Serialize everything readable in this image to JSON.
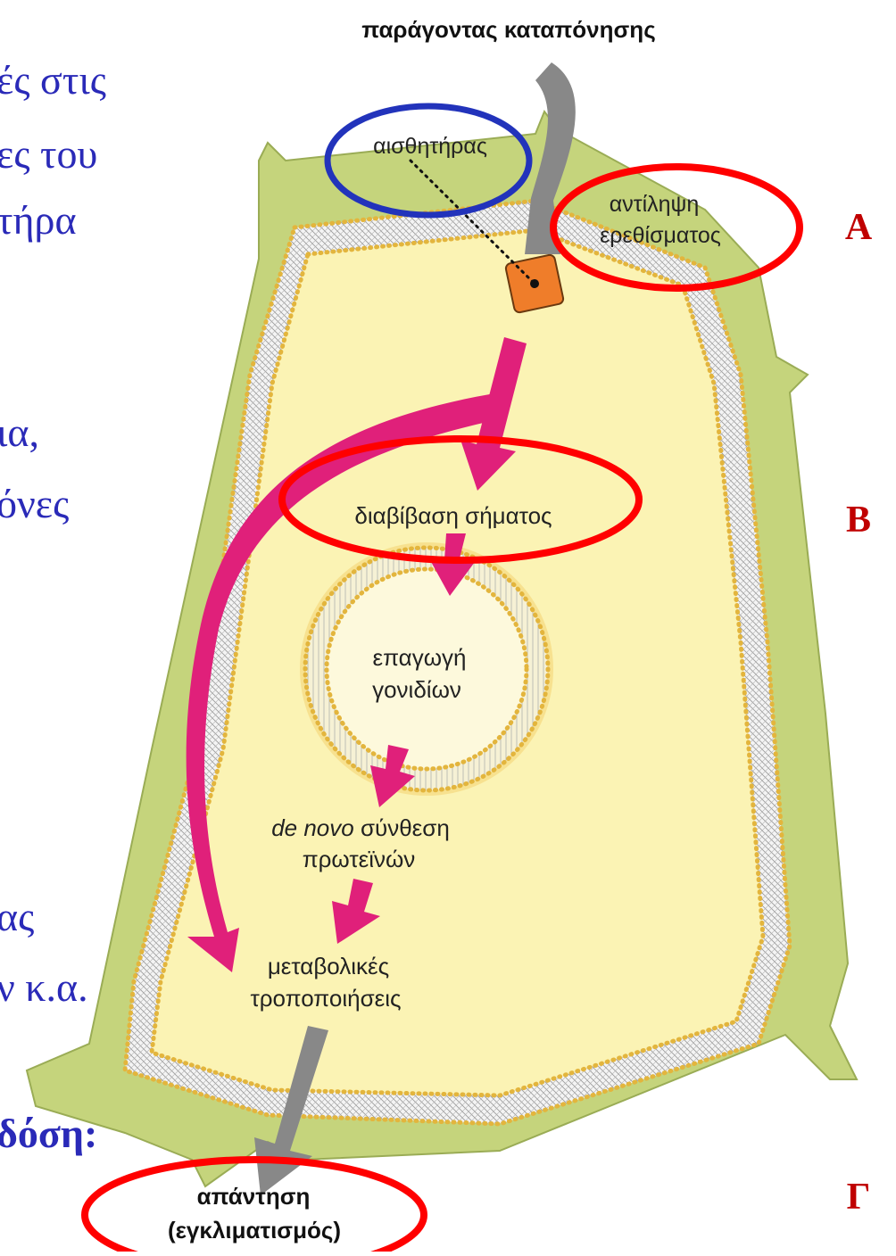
{
  "diagram": {
    "stress_factor": "παράγοντας καταπόνησης",
    "sensor": "αισθητήρας",
    "perception": [
      "αντίληψη",
      "ερεθίσματος"
    ],
    "signal_transduction": "διαβίβαση σήματος",
    "gene_induction": [
      "επαγωγή",
      "γονιδίων"
    ],
    "protein_synthesis_italic": "de novo",
    "protein_synthesis_rest": " σύνθεση",
    "protein_synthesis_line2": "πρωτεϊνών",
    "metabolic": [
      "μεταβολικές",
      "τροποποιήσεις"
    ],
    "response": [
      "απάντηση",
      "(εγκλιματισμός)"
    ]
  },
  "stage_labels": {
    "a": "Α",
    "b": "Β",
    "c": "Γ"
  },
  "clipped_text": {
    "line1": "ές στις",
    "line2": "ες του",
    "line3": "τήρα",
    "line4": "ια,",
    "line5": "όνες",
    "line6": "ας",
    "line7": "ν κ.α.",
    "line8": "δόση:"
  },
  "colors": {
    "cell_wall": "#c5d47c",
    "cytoplasm": "#fbf3b4",
    "membrane_bead": "#f0c14b",
    "arrow_pink": "#e0207a",
    "arrow_gray": "#888888",
    "sensor_box": "#ef7d2a",
    "highlight_red": "#ff0000",
    "highlight_blue": "#2233bb",
    "slide_text": "#2a2ab8",
    "stage_label": "#c00000"
  }
}
